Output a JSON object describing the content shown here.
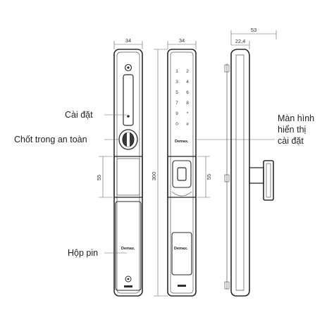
{
  "labels": {
    "settings": "Cài đặt",
    "safety_latch": "Chốt trong an toàn",
    "screen_line1": "Màn hình",
    "screen_line2": "hiển thị",
    "screen_line3": "cài đặt",
    "battery_box": "Hộp pin"
  },
  "dimensions": {
    "back_width": "34",
    "front_width": "34",
    "height": "300",
    "back_module": "55",
    "front_module": "55",
    "side_depth": "22,4",
    "side_total": "53"
  },
  "keypad": [
    "1",
    "2",
    "3",
    "4",
    "5",
    "6",
    "7",
    "8",
    "9",
    "*",
    "0",
    "#"
  ],
  "brand": "Demax."
}
